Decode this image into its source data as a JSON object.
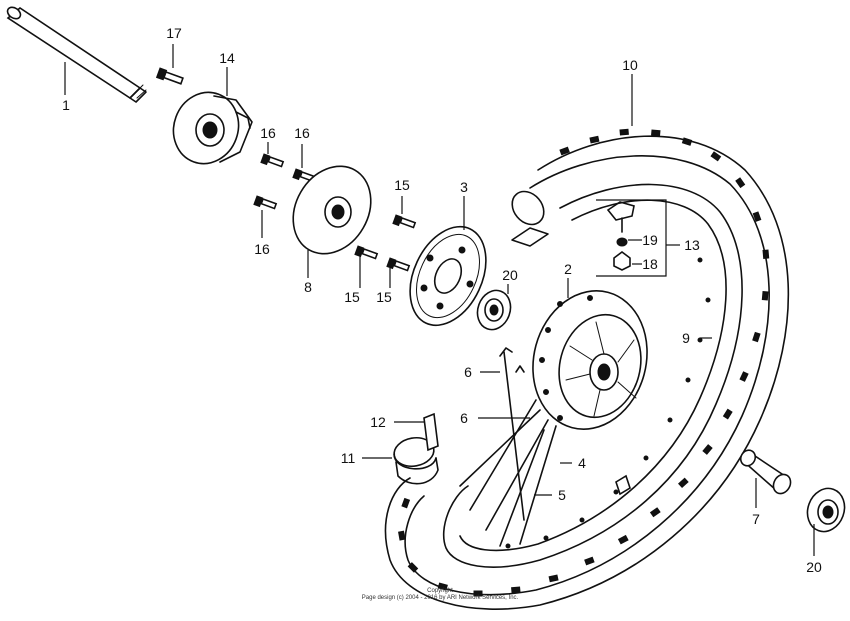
{
  "copyright": {
    "line1": "Copyright",
    "line2": "Page design (c) 2004 - 2016 by ARI Network Services, Inc."
  },
  "parts": [
    {
      "num": "1"
    },
    {
      "num": "2"
    },
    {
      "num": "3"
    },
    {
      "num": "4"
    },
    {
      "num": "5"
    },
    {
      "num": "6"
    },
    {
      "num": "6"
    },
    {
      "num": "7"
    },
    {
      "num": "8"
    },
    {
      "num": "9"
    },
    {
      "num": "10"
    },
    {
      "num": "11"
    },
    {
      "num": "12"
    },
    {
      "num": "13"
    },
    {
      "num": "14"
    },
    {
      "num": "15"
    },
    {
      "num": "15"
    },
    {
      "num": "15"
    },
    {
      "num": "16"
    },
    {
      "num": "16"
    },
    {
      "num": "16"
    },
    {
      "num": "17"
    },
    {
      "num": "18"
    },
    {
      "num": "19"
    },
    {
      "num": "20"
    },
    {
      "num": "20"
    }
  ]
}
